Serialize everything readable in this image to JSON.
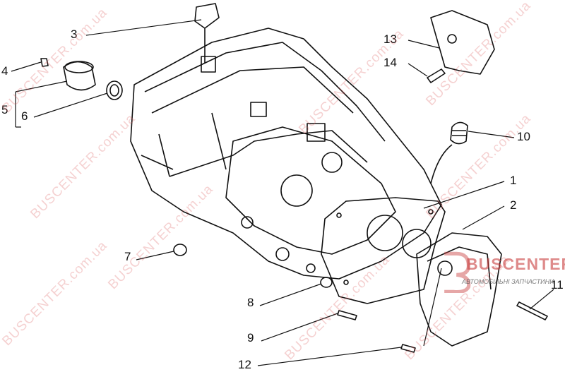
{
  "diagram": {
    "callouts": [
      "1",
      "2",
      "3",
      "4",
      "5",
      "6",
      "7",
      "8",
      "9",
      "10",
      "11",
      "12",
      "13",
      "14"
    ]
  },
  "watermark": {
    "text": "BUSCENTER.com.ua",
    "logo_name": "BUSCENTER",
    "logo_tagline": "АВТОМОБІЛЬНІ ЗАПЧАСТИНИ"
  }
}
